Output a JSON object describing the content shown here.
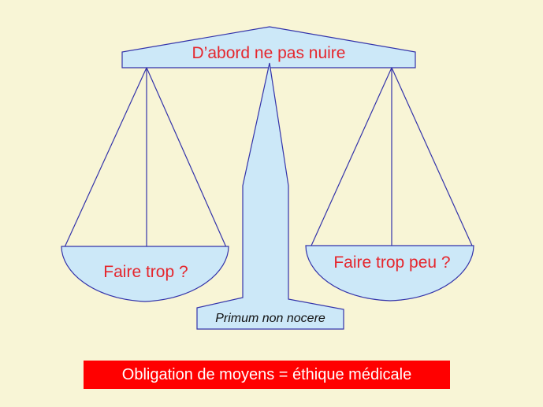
{
  "diagram": {
    "beam_label": "D’abord ne pas nuire",
    "left_pan_label": "Faire trop ?",
    "right_pan_label": "Faire trop peu ?",
    "base_label": "Primum non nocere",
    "banner_text": "Obligation de moyens = éthique médicale"
  },
  "colors": {
    "background": "#f8f5d6",
    "shape_fill": "#cce8f8",
    "stroke": "#3333aa",
    "label_red": "#e5262d",
    "banner_bg": "#ff0000",
    "banner_text": "#ffffff"
  },
  "icons": [
    "balance-scale-icon"
  ]
}
